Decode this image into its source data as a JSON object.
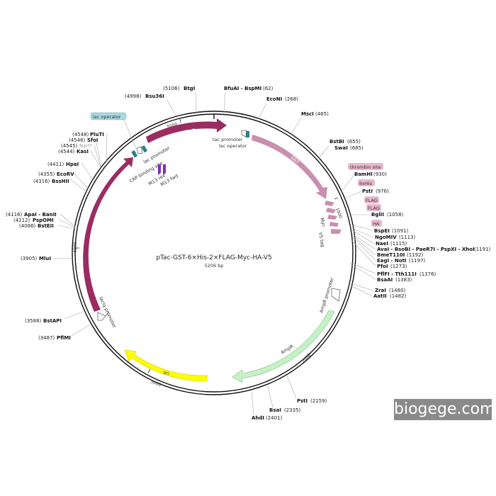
{
  "title": "pTac-GST-6×His-2×FLAG-Myc-HA-V5",
  "subtitle": "5206 bp",
  "brand": "biogege.com",
  "ticks": [
    "1000",
    "2000",
    "3000",
    "4000",
    "5000"
  ],
  "features": {
    "lacZa": "lacZα",
    "lacI": "lacI",
    "gst": "GST",
    "ori": "ori",
    "ampr": "AmpR",
    "ampr_promoter": "AmpR promoter",
    "lacIq_promoter": "lacIq promoter",
    "tac_promoter": "tac promoter",
    "lac_operator": "lac operator",
    "lac_promoter": "lac promoter",
    "cap_site": "CAP binding site",
    "m13_rev": "M13 rev",
    "m13_fwd": "M13 fwd",
    "myc": "Myc",
    "v5_tag": "V5 tag"
  },
  "tags": {
    "lac_operator_tag": "lac operator",
    "thrombin": "thrombin site",
    "his": "6xHis",
    "flag1": "FLAG",
    "flag2": "FLAG",
    "ha": "HA"
  },
  "sites": {
    "btgI": {
      "name": "BtgI",
      "pos": "(5106)"
    },
    "bsu36I": {
      "name": "Bsu36I",
      "pos": "(4998)"
    },
    "bfuAI": {
      "name": "BfuAI - BspMI",
      "pos": "(62)"
    },
    "ecoNI": {
      "name": "EcoNI",
      "pos": "(268)"
    },
    "mscI": {
      "name": "MscI",
      "pos": "(465)"
    },
    "bstBI": {
      "name": "BstBI",
      "pos": "(655)"
    },
    "swaI": {
      "name": "SwaI",
      "pos": "(685)"
    },
    "bamHI": {
      "name": "BamHI",
      "pos": "(930)"
    },
    "pstI_976": {
      "name": "PstI",
      "pos": "(976)"
    },
    "bglII": {
      "name": "BglII",
      "pos": "(1058)"
    },
    "bspEI": {
      "name": "BspEI",
      "pos": "(1091)"
    },
    "ngoMIV": {
      "name": "NgoMIV",
      "pos": "(1113)"
    },
    "naeI": {
      "name": "NaeI",
      "pos": "(1115)"
    },
    "avaI": {
      "name": "AvaI - BsoBI - PaeR7I - PspXI - XhoI",
      "pos": "(1191)"
    },
    "bmeT110I": {
      "name": "BmeT110I",
      "pos": "(1192)"
    },
    "eagI": {
      "name": "EagI - NotI",
      "pos": "(1197)"
    },
    "pfoI": {
      "name": "PfoI",
      "pos": "(1273)"
    },
    "pflFI": {
      "name": "PflFI - Tth111I",
      "pos": "(1376)"
    },
    "bsaAI": {
      "name": "BsaAI",
      "pos": "(1383)"
    },
    "zraI": {
      "name": "ZraI",
      "pos": "(1480)"
    },
    "aatII": {
      "name": "AatII",
      "pos": "(1482)"
    },
    "pstI_2159": {
      "name": "PstI",
      "pos": "(2159)"
    },
    "bsaI": {
      "name": "BsaI",
      "pos": "(2335)"
    },
    "ahdI": {
      "name": "AhdI",
      "pos": "(2401)"
    },
    "pflMI": {
      "name": "PflMI",
      "pos": "(3487)"
    },
    "bstAPI": {
      "name": "BstAPI",
      "pos": "(3588)"
    },
    "mluI": {
      "name": "MluI",
      "pos": "(3905)"
    },
    "bstEII": {
      "name": "BstEII",
      "pos": "(4086)"
    },
    "pspOMI": {
      "name": "PspOMI",
      "pos": "(4112)"
    },
    "apaI": {
      "name": "ApaI - BanII",
      "pos": "(4116)"
    },
    "bssHII": {
      "name": "BssHII",
      "pos": "(4316)"
    },
    "ecoRV": {
      "name": "EcoRV",
      "pos": "(4355)"
    },
    "hpaI": {
      "name": "HpaI",
      "pos": "(4411)"
    },
    "kasI": {
      "name": "KasI",
      "pos": "(4544)"
    },
    "narI": {
      "name": "NarI*",
      "pos": "(4545)"
    },
    "sfoI": {
      "name": "SfoI",
      "pos": "(4546)"
    },
    "pluTI": {
      "name": "PluTI",
      "pos": "(4548)"
    }
  },
  "colors": {
    "lacI": "#9b2c62",
    "gst": "#c88fb0",
    "ampr": "#c8f0c8",
    "ori": "#ffff00",
    "tag": "#e8b8cc",
    "operator": "#2e7d8c",
    "operator_tag": "#a8d8e0"
  }
}
